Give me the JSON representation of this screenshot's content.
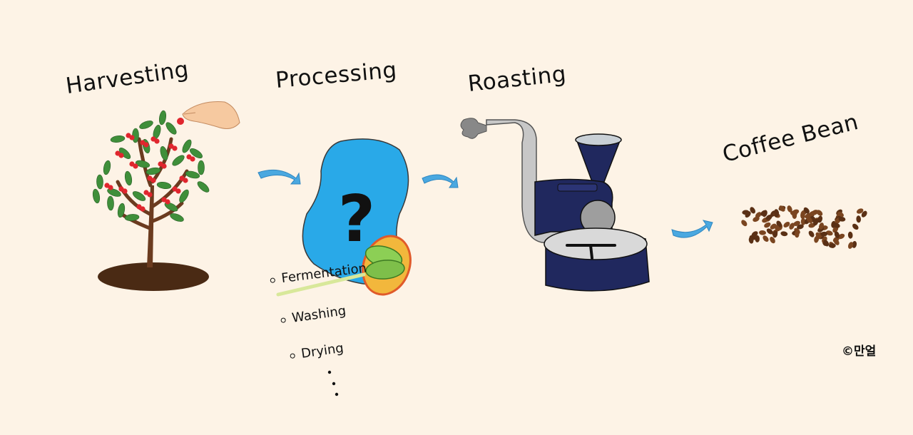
{
  "steps": [
    {
      "id": "harvesting",
      "label": "Harvesting"
    },
    {
      "id": "processing",
      "label": "Processing"
    },
    {
      "id": "roasting",
      "label": "Roasting"
    },
    {
      "id": "coffee-bean",
      "label": "Coffee Bean"
    }
  ],
  "processing_items": [
    "Fermentation",
    "Washing",
    "Drying"
  ],
  "credit": "©만얼",
  "colors": {
    "background": "#fdf3e6",
    "arrow": "#4aa8e0",
    "blob": "#29a9e8",
    "cherry": "#e0262e",
    "leaf": "#3f8f3a",
    "trunk": "#6b3b1f",
    "soil": "#4a2a14",
    "roaster": "#20285e",
    "pipe": "#bdbdbd",
    "bean": "#5a3015"
  }
}
